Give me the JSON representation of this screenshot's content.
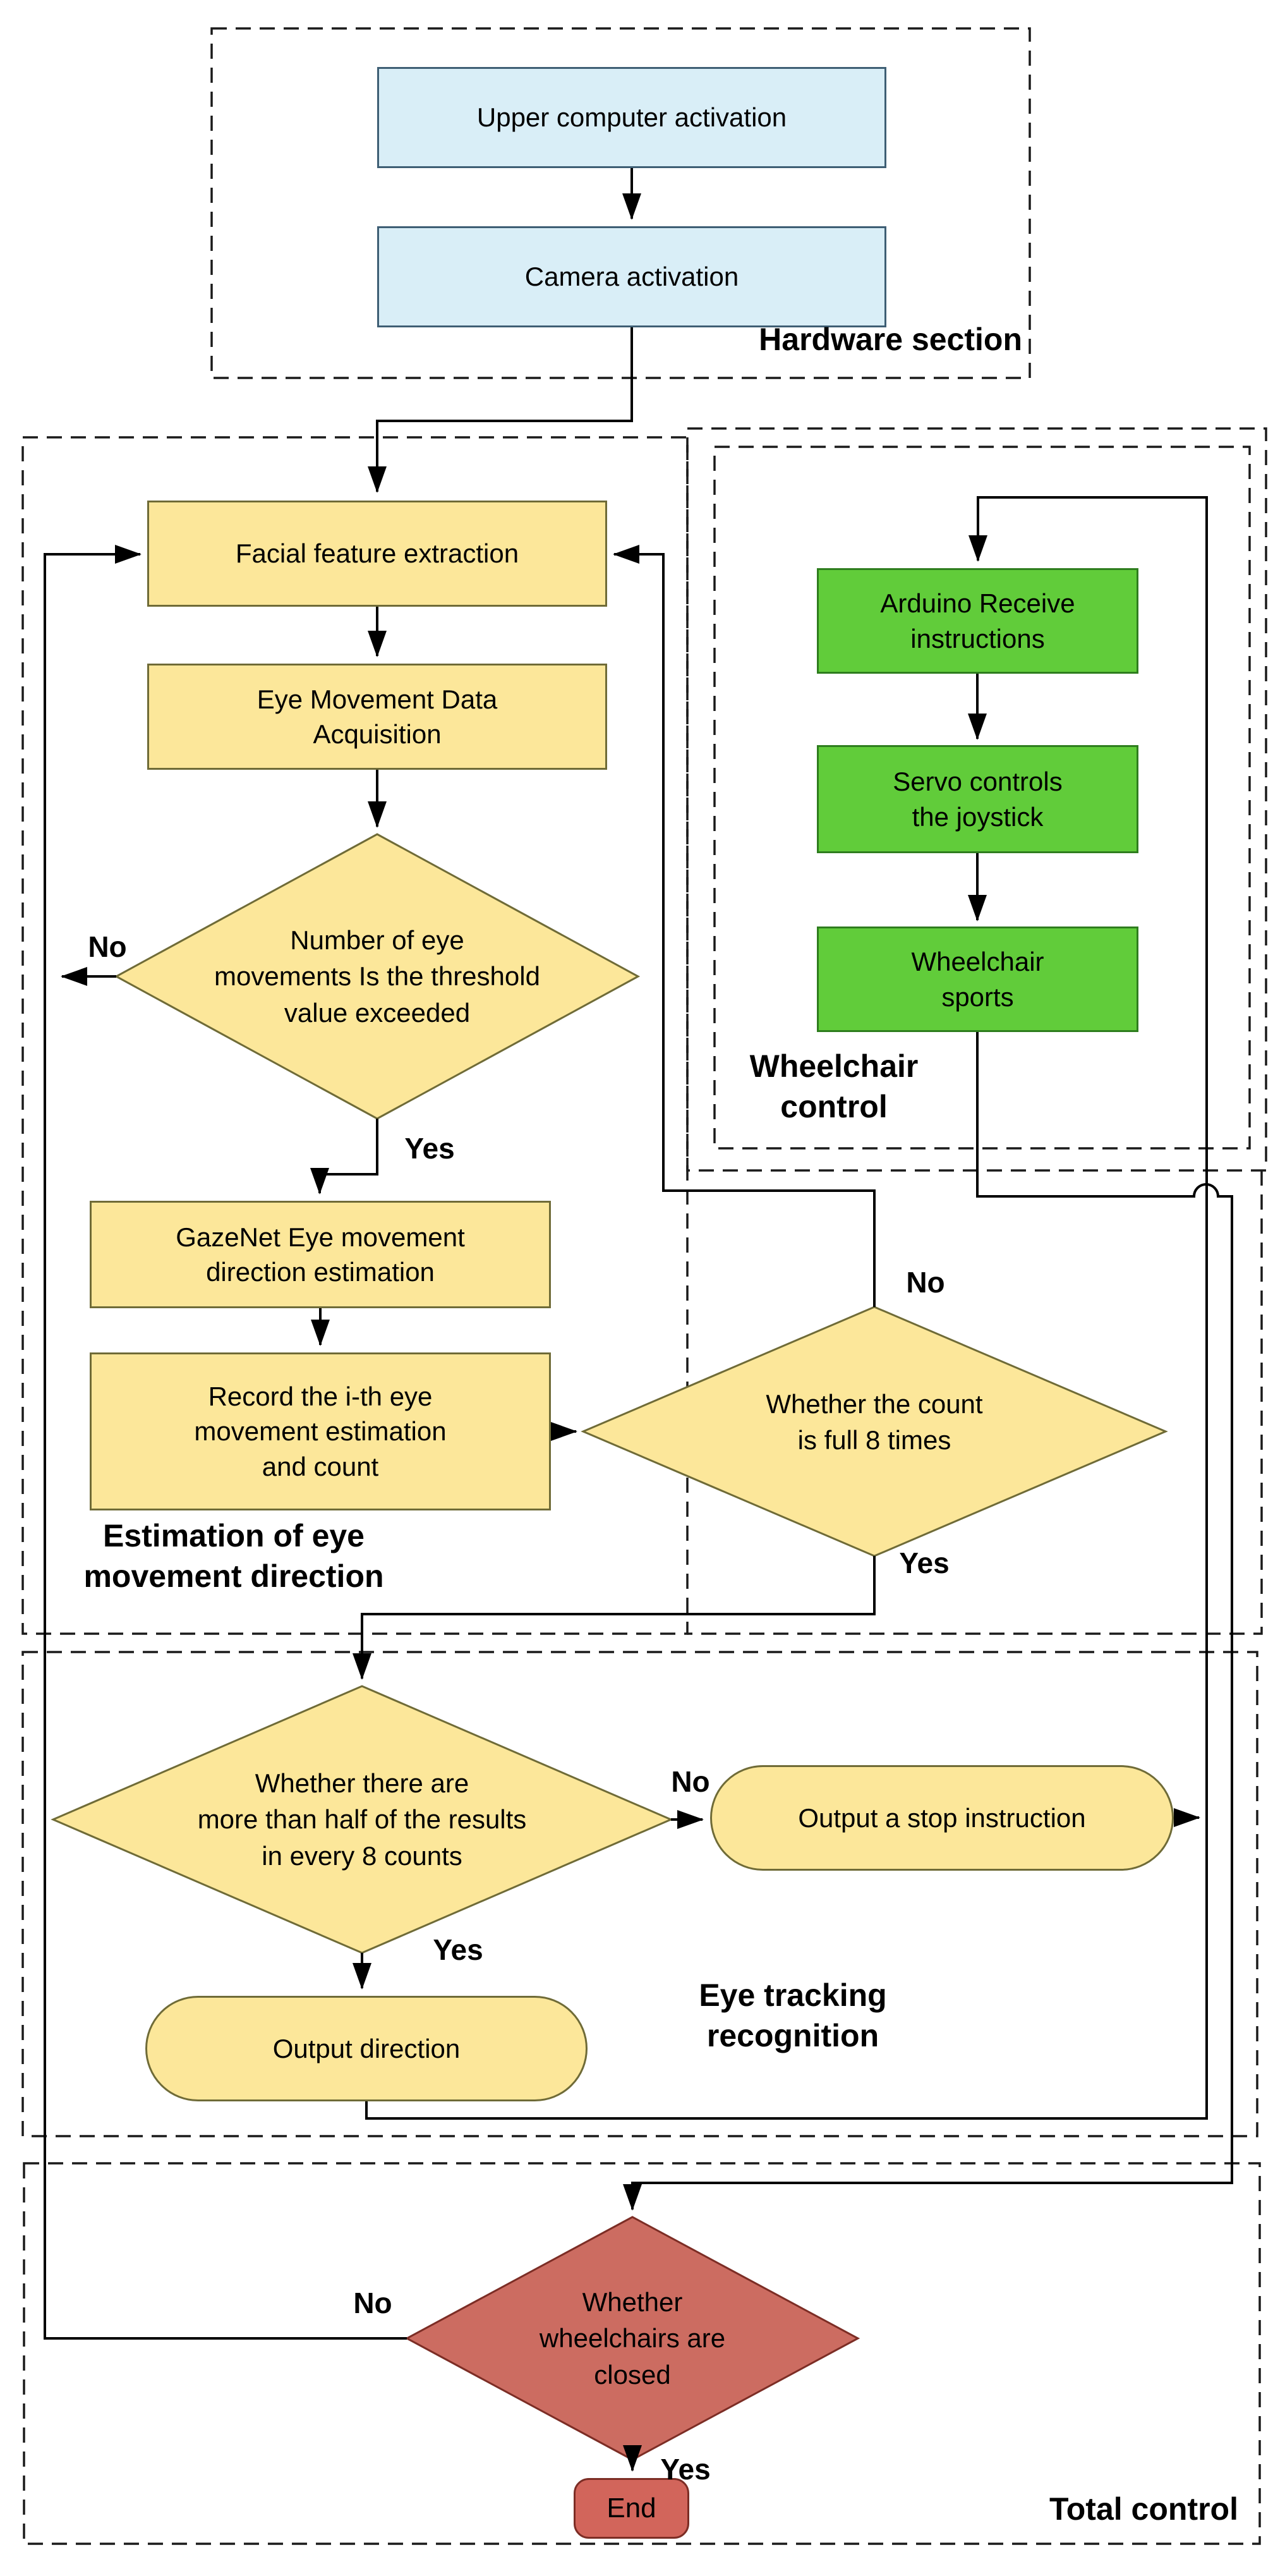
{
  "title": "Wheelchair eye-tracking control flowchart",
  "colors": {
    "blue": "#D9EEF7",
    "yellow": "#FCE79A",
    "green": "#61CC3A",
    "red": "#CC6C61",
    "red2": "#D2655B",
    "line": "#000000"
  },
  "sections": {
    "hardware": {
      "label": "Hardware section"
    },
    "estimation": {
      "label": "Estimation of eye\nmovement direction"
    },
    "wheelchair": {
      "label": "Wheelchair\ncontrol"
    },
    "eyetracking": {
      "label": "Eye tracking\nrecognition"
    },
    "total": {
      "label": "Total control"
    }
  },
  "nodes": {
    "upper_computer": {
      "label": "Upper computer activation",
      "shape": "rect",
      "fill": "blue"
    },
    "camera": {
      "label": "Camera activation",
      "shape": "rect",
      "fill": "blue"
    },
    "facial": {
      "label": "Facial feature extraction",
      "shape": "rect",
      "fill": "yellow"
    },
    "eye_movement": {
      "label": "Eye Movement Data\nAcquisition",
      "shape": "rect",
      "fill": "yellow"
    },
    "threshold": {
      "label": "Number of eye\nmovements Is the threshold\nvalue exceeded",
      "shape": "diamond",
      "fill": "yellow"
    },
    "gazenet": {
      "label": "GazeNet Eye movement\ndirection estimation",
      "shape": "rect",
      "fill": "yellow"
    },
    "record": {
      "label": "Record the i-th eye\nmovement estimation\nand count",
      "shape": "rect",
      "fill": "yellow"
    },
    "count_full": {
      "label": "Whether the count\nis full 8 times",
      "shape": "diamond",
      "fill": "yellow"
    },
    "arduino": {
      "label": "Arduino Receive\ninstructions",
      "shape": "rect",
      "fill": "green"
    },
    "servo": {
      "label": "Servo controls\nthe joystick",
      "shape": "rect",
      "fill": "green"
    },
    "sports": {
      "label": "Wheelchair\nsports",
      "shape": "rect",
      "fill": "green"
    },
    "more_half": {
      "label": "Whether there are\nmore than half of the results\nin every 8 counts",
      "shape": "diamond",
      "fill": "yellow"
    },
    "output_stop": {
      "label": "Output a stop instruction",
      "shape": "capsule",
      "fill": "yellow"
    },
    "output_dir": {
      "label": "Output direction",
      "shape": "capsule",
      "fill": "yellow"
    },
    "closed": {
      "label": "Whether\nwheelchairs are\nclosed",
      "shape": "diamond",
      "fill": "red"
    },
    "end": {
      "label": "End",
      "shape": "rounded",
      "fill": "red2"
    }
  },
  "edge_labels": {
    "threshold_no": "No",
    "threshold_yes": "Yes",
    "count_no": "No",
    "count_yes": "Yes",
    "half_no": "No",
    "half_yes": "Yes",
    "closed_no": "No",
    "closed_yes": "Yes"
  }
}
